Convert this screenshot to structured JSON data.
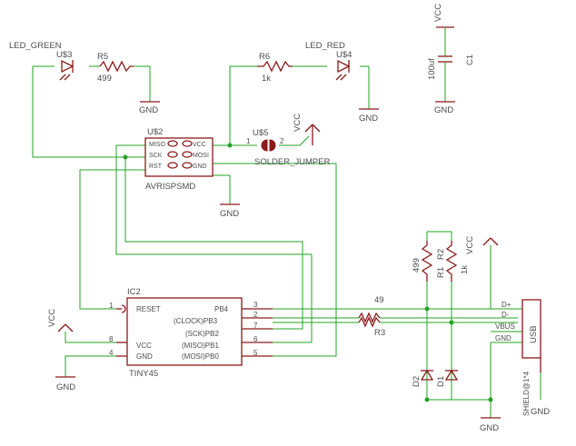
{
  "labels": {
    "led_green": "LED_GREEN",
    "u3": "U$3",
    "r5": "R5",
    "r5_val": "499",
    "gnd": "GND",
    "r6": "R6",
    "r6_val": "1k",
    "led_red": "LED_RED",
    "u4": "U$4",
    "vcc": "VCC",
    "c1": "C1",
    "c1_val": "100uf",
    "u2": "U$2",
    "avr_miso": "MISO",
    "avr_sck": "SCK",
    "avr_rst": "RST",
    "avr_vcc": "VCC",
    "avr_mosi": "MOSI",
    "avr_gnd": "GND",
    "avrisp": "AVRISPSMD",
    "u5": "U$5",
    "pin1": "1",
    "pin2": "2",
    "solder_jumper": "SOLDER_JUMPER",
    "r1_val": "499",
    "r1": "R1",
    "r2": "R2",
    "r2_val": "1k",
    "ic2": "IC2",
    "reset": "RESET",
    "ic_vcc": "VCC",
    "ic_gnd": "GND",
    "pb4": "PB4",
    "pb3": "(CLOCK)PB3",
    "pb2": "(SCK)PB2",
    "pb1": "(MISO)PB1",
    "pb0": "(MOSI)PB0",
    "tiny45": "TINY45",
    "n1": "1",
    "n8": "8",
    "n4": "4",
    "n3": "3",
    "n2": "2",
    "n7": "7",
    "n6": "6",
    "n5": "5",
    "r4_val": "49",
    "r3": "R3",
    "d2": "D2",
    "d1": "D1",
    "usb_dp": "D+",
    "usb_dm": "D-",
    "usb_vbus": "VBUS",
    "usb_gnd": "GND",
    "usb": "USB",
    "shield": "SHIELD@1*4"
  },
  "colors": {
    "wire": "#23a323",
    "symbol": "#8b1a1a",
    "text": "#4d4d4d",
    "background": "#ffffff"
  }
}
